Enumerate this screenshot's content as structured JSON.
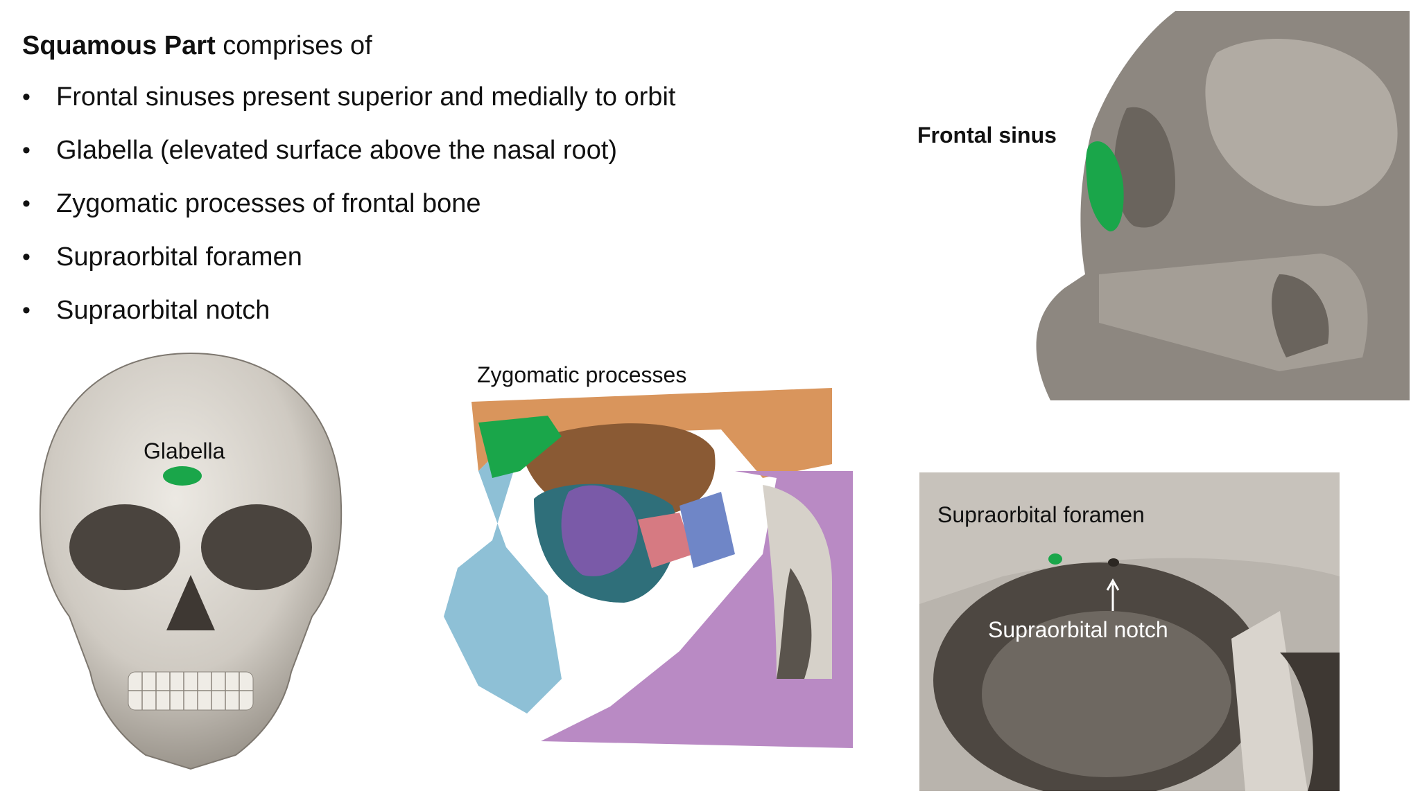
{
  "slide": {
    "heading_bold": "Squamous Part",
    "heading_rest": " comprises of",
    "bullets": [
      "Frontal sinuses present superior and medially to orbit",
      "Glabella (elevated surface above the nasal root)",
      "Zygomatic processes of frontal bone",
      "Supraorbital foramen",
      "Supraorbital notch"
    ]
  },
  "figures": {
    "skull": {
      "label": "Glabella"
    },
    "orbit": {
      "label": "Zygomatic processes"
    },
    "sagittal": {
      "label": "Frontal sinus"
    },
    "closeup": {
      "label_foramen": "Supraorbital foramen",
      "label_notch": "Supraorbital notch"
    }
  },
  "colors": {
    "highlight": "#1aa64a",
    "frontal_bone": "#d9955c",
    "zygomatic_bone": "#b98ac4",
    "maxilla": "#8ec0d6",
    "orbit_interior": "#7a5aa8",
    "bone_gray": "#b9b4ad"
  },
  "icons": [
    "bullet-icon",
    "arrow-up-icon"
  ]
}
